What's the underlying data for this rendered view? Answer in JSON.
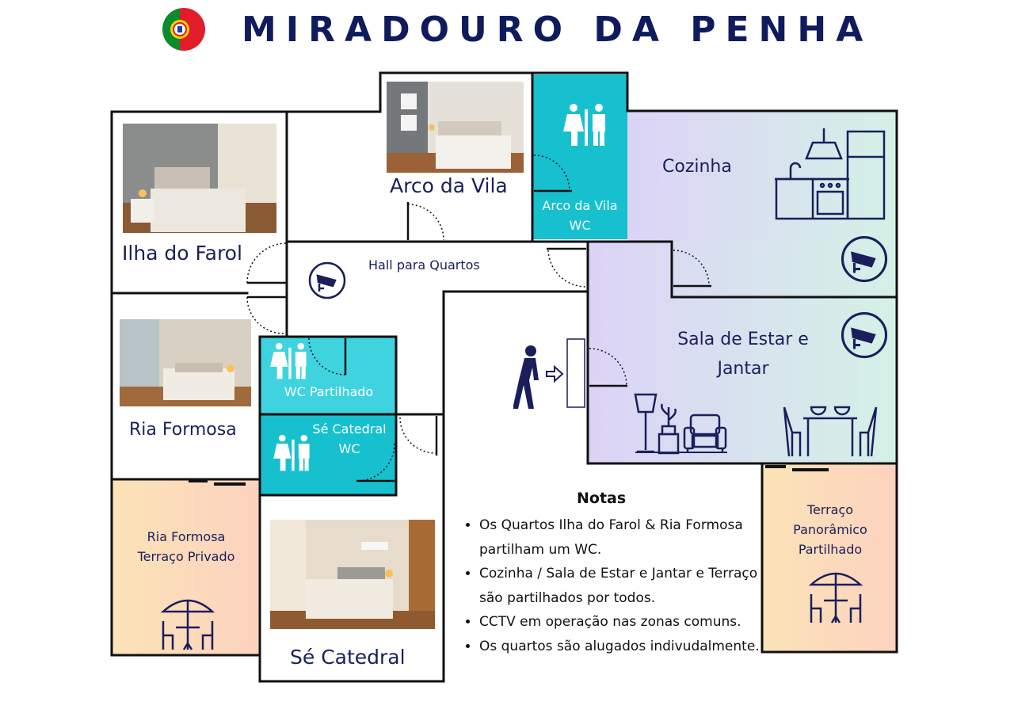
{
  "header": {
    "title": "MIRADOURO DA PENHA"
  },
  "rooms": {
    "ilha_do_farol": "Ilha do Farol",
    "arco_da_vila": "Arco da Vila",
    "arco_da_vila_wc": "Arco da Vila\nWC",
    "cozinha": "Cozinha",
    "hall": "Hall para Quartos",
    "ria_formosa": "Ria Formosa",
    "wc_partilhado": "WC Partilhado",
    "se_catedral_wc": "Sé Catedral\nWC",
    "sala": "Sala de Estar e\nJantar",
    "ria_formosa_terraco": "Ria Formosa\nTerraço Privado",
    "se_catedral": "Sé Catedral",
    "terraco_panoramico": "Terraço\nPanorâmico\nPartilhado"
  },
  "notes": {
    "title": "Notas",
    "items": [
      "Os Quartos Ilha do Farol & Ria Formosa partilham um WC.",
      "Cozinha / Sala de Estar e Jantar e Terraço são partilhados por todos.",
      "CCTV em operação nas zonas comuns.",
      "Os quartos são alugados indivudalmente."
    ]
  },
  "colors": {
    "wall": "#111111",
    "wc": "#16c0cf",
    "wc_light": "#3fd3df",
    "navy": "#1a1f5c",
    "terrace": "#fbe0b8",
    "common": "#d9d6f5"
  },
  "icons": [
    "portugal-flag-icon",
    "toilet-icon",
    "cctv-camera-icon",
    "person-walking-icon",
    "entrance-arrow-icon",
    "kitchen-icon",
    "lamp-icon",
    "plant-icon",
    "armchair-icon",
    "dining-table-icon",
    "patio-umbrella-icon"
  ]
}
